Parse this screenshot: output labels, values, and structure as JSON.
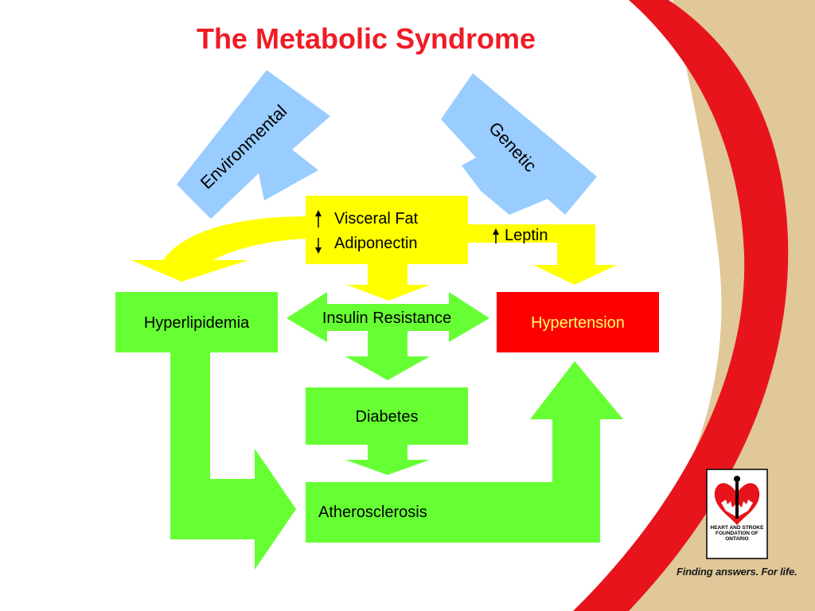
{
  "slide": {
    "title": "The Metabolic Syndrome",
    "inputs": {
      "environmental": "Environmental",
      "genetic": "Genetic"
    },
    "center_box": {
      "line1": "Visceral Fat",
      "line1_arrow": "up",
      "line2": "Adiponectin",
      "line2_arrow": "down"
    },
    "leptin": {
      "label": "Leptin",
      "arrow": "up"
    },
    "boxes": {
      "hyperlipidemia": "Hyperlipidemia",
      "insulin_resistance": "Insulin Resistance",
      "hypertension": "Hypertension",
      "diabetes": "Diabetes",
      "atherosclerosis": "Atherosclerosis"
    },
    "footer": {
      "logo_text": "HEART AND STROKE FOUNDATION OF ONTARIO",
      "tagline": "Finding answers. For life."
    }
  },
  "colors": {
    "title": "#ee1c25",
    "green": "#66ff33",
    "yellow": "#ffff00",
    "blue": "#99ccff",
    "red_box": "#ff0000",
    "hypertension_text": "#ffff66",
    "tan": "#e0c898",
    "swoosh_red": "#e8141c"
  }
}
